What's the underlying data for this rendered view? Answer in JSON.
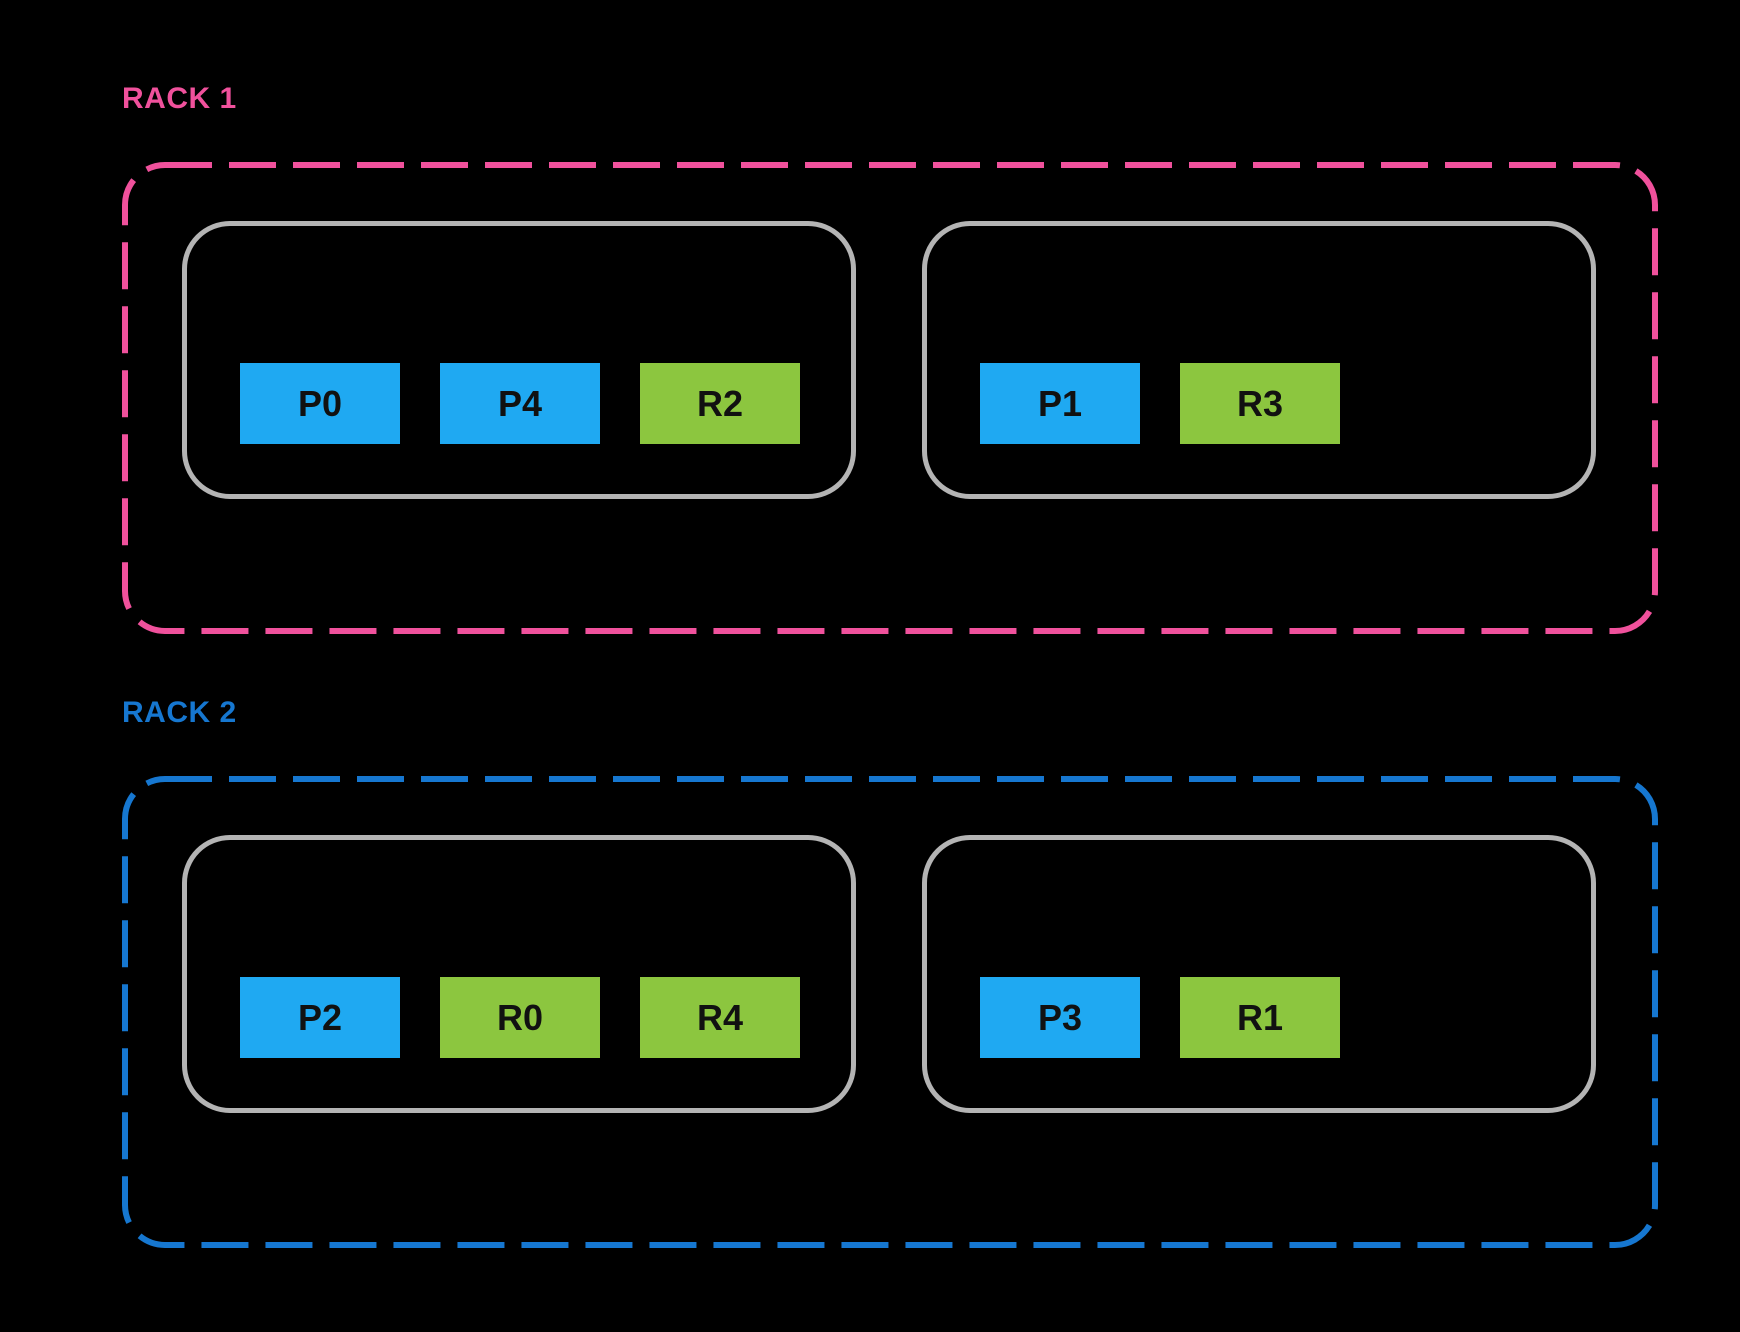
{
  "colors": {
    "background": "#000000",
    "rack1_accent": "#F0519C",
    "rack2_accent": "#1677D0",
    "host_border": "#B4B4B4",
    "process_block": "#1FA9F2",
    "replica_block": "#8CC63F",
    "block_text": "#111111"
  },
  "racks": [
    {
      "label": "RACK 1",
      "hosts": [
        {
          "slots": [
            {
              "label": "P0",
              "type": "process"
            },
            {
              "label": "P4",
              "type": "process"
            },
            {
              "label": "R2",
              "type": "replica"
            }
          ]
        },
        {
          "slots": [
            {
              "label": "P1",
              "type": "process"
            },
            {
              "label": "R3",
              "type": "replica"
            }
          ]
        }
      ]
    },
    {
      "label": "RACK 2",
      "hosts": [
        {
          "slots": [
            {
              "label": "P2",
              "type": "process"
            },
            {
              "label": "R0",
              "type": "replica"
            },
            {
              "label": "R4",
              "type": "replica"
            }
          ]
        },
        {
          "slots": [
            {
              "label": "P3",
              "type": "process"
            },
            {
              "label": "R1",
              "type": "replica"
            }
          ]
        }
      ]
    }
  ]
}
